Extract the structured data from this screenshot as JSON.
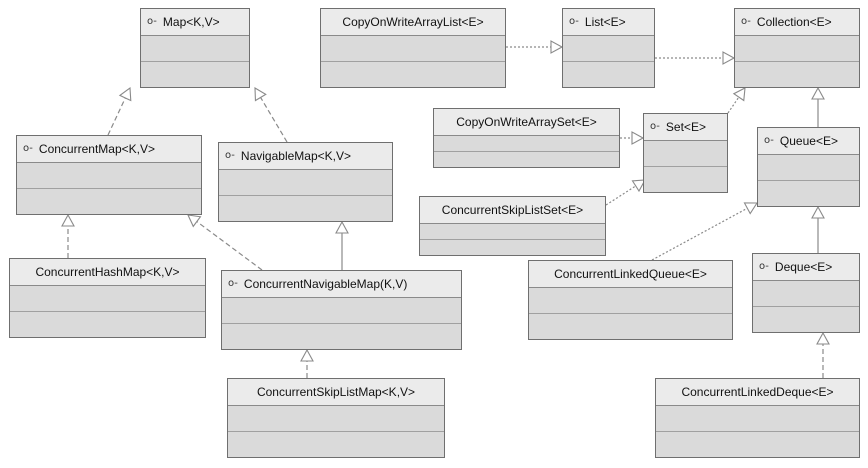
{
  "interface_glyph": "o-",
  "nodes": [
    {
      "id": "map",
      "label": "Map<K,V>",
      "kind": "interface"
    },
    {
      "id": "cowal",
      "label": "CopyOnWriteArrayList<E>",
      "kind": "class"
    },
    {
      "id": "list",
      "label": "List<E>",
      "kind": "interface"
    },
    {
      "id": "collection",
      "label": "Collection<E>",
      "kind": "interface"
    },
    {
      "id": "cowas",
      "label": "CopyOnWriteArraySet<E>",
      "kind": "class"
    },
    {
      "id": "set",
      "label": "Set<E>",
      "kind": "interface"
    },
    {
      "id": "queue",
      "label": "Queue<E>",
      "kind": "interface"
    },
    {
      "id": "cmap",
      "label": "ConcurrentMap<K,V>",
      "kind": "interface"
    },
    {
      "id": "nmap",
      "label": "NavigableMap<K,V>",
      "kind": "interface"
    },
    {
      "id": "csls",
      "label": "ConcurrentSkipListSet<E>",
      "kind": "class"
    },
    {
      "id": "chm",
      "label": "ConcurrentHashMap<K,V>",
      "kind": "class"
    },
    {
      "id": "cnmap",
      "label": "ConcurrentNavigableMap(K,V)",
      "kind": "interface"
    },
    {
      "id": "clq",
      "label": "ConcurrentLinkedQueue<E>",
      "kind": "class"
    },
    {
      "id": "deque",
      "label": "Deque<E>",
      "kind": "interface"
    },
    {
      "id": "cslm",
      "label": "ConcurrentSkipListMap<K,V>",
      "kind": "class"
    },
    {
      "id": "cld",
      "label": "ConcurrentLinkedDeque<E>",
      "kind": "class"
    }
  ],
  "edges": [
    {
      "from": "cmap",
      "to": "map",
      "style": "dashed"
    },
    {
      "from": "nmap",
      "to": "map",
      "style": "dashed"
    },
    {
      "from": "chm",
      "to": "cmap",
      "style": "dashed"
    },
    {
      "from": "cnmap",
      "to": "cmap",
      "style": "dashed"
    },
    {
      "from": "cnmap",
      "to": "nmap",
      "style": "solid"
    },
    {
      "from": "cslm",
      "to": "cnmap",
      "style": "dashed"
    },
    {
      "from": "cowal",
      "to": "list",
      "style": "dotted"
    },
    {
      "from": "list",
      "to": "collection",
      "style": "dotted"
    },
    {
      "from": "cowas",
      "to": "set",
      "style": "dotted"
    },
    {
      "from": "set",
      "to": "collection",
      "style": "dotted"
    },
    {
      "from": "csls",
      "to": "set",
      "style": "dotted"
    },
    {
      "from": "queue",
      "to": "collection",
      "style": "solid"
    },
    {
      "from": "clq",
      "to": "queue",
      "style": "dotted"
    },
    {
      "from": "deque",
      "to": "queue",
      "style": "solid"
    },
    {
      "from": "cld",
      "to": "deque",
      "style": "dashed"
    }
  ]
}
